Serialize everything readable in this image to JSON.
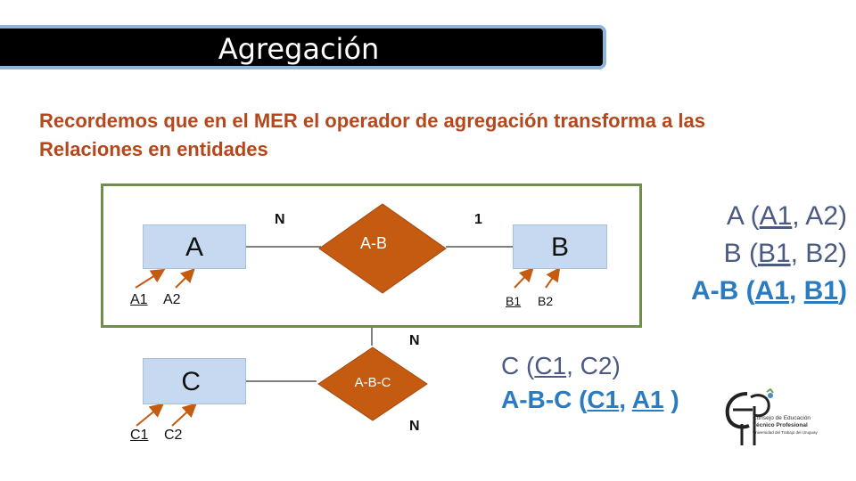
{
  "title": "Agregación",
  "intro": {
    "line1": "Recordemos que en el MER el operador de agregación transforma a las",
    "line2": "Relaciones en entidades"
  },
  "diagram": {
    "entity_a": "A",
    "entity_b": "B",
    "entity_c": "C",
    "rel_ab": "A-B",
    "rel_abc": "A-B-C",
    "card_n_ab": "N",
    "card_1_ab": "1",
    "card_n_top": "N",
    "card_n_bottom": "N",
    "attr_a1": "A1",
    "attr_a2": "A2",
    "attr_b1": "B1",
    "attr_b2": "B2",
    "attr_c1": "C1",
    "attr_c2": "C2"
  },
  "schema": {
    "a_pre": "A (",
    "a_key": "A1",
    "a_post": ", A2)",
    "b_pre": "B (",
    "b_key": "B1",
    "b_post": ", B2)",
    "ab_pre": "A-B (",
    "ab_key1": "A1",
    "ab_mid": ", ",
    "ab_key2": "B1",
    "ab_post": ")",
    "c_pre": "C (",
    "c_key": "C1",
    "c_post": ", C2)",
    "abc_pre": "A-B-C (",
    "abc_key1": "C1",
    "abc_mid": ", ",
    "abc_key2": "A1",
    "abc_post": " )"
  },
  "logo": {
    "line1": "Consejo de Educación",
    "line2": "Técnico Profesional",
    "line3": "Universidad del Trabajo del Uruguay"
  },
  "colors": {
    "entity_fill": "#c6d9f1",
    "relation_fill": "#c55a11",
    "aggregation_border": "#6e8f4a",
    "intro_text": "#b5471c",
    "schema_text": "#4a5a82",
    "schema_highlight": "#2a7bc0"
  }
}
